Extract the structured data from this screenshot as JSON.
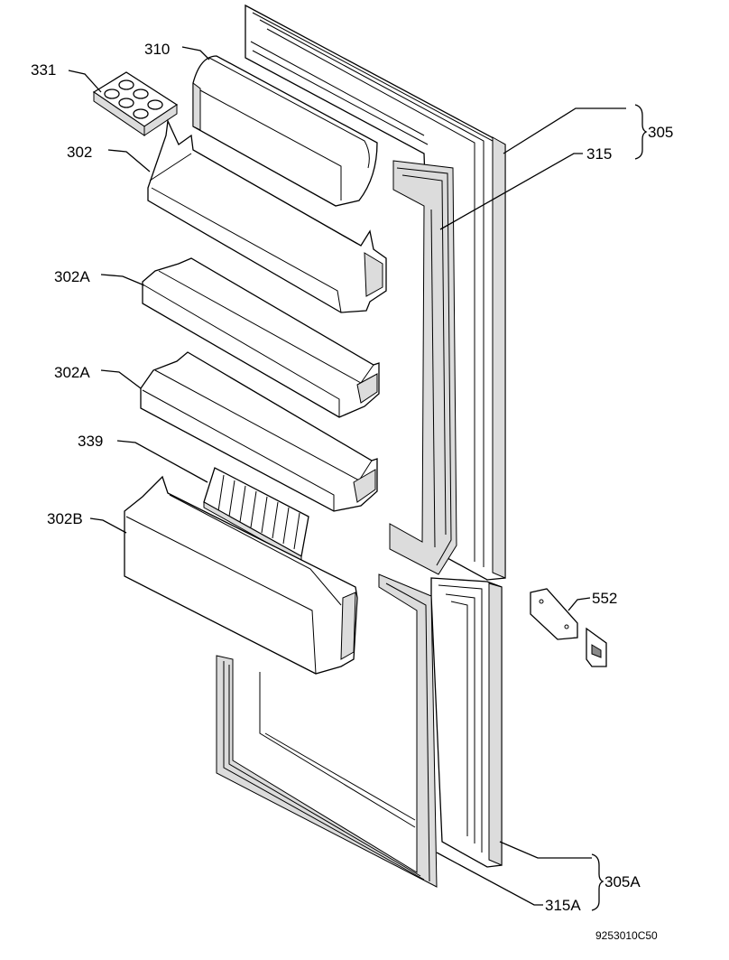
{
  "callouts": {
    "c331": "331",
    "c310": "310",
    "c302": "302",
    "c302a_1": "302A",
    "c302a_2": "302A",
    "c339": "339",
    "c302b": "302B",
    "c305": "305",
    "c315": "315",
    "c552": "552",
    "c305a": "305A",
    "c315a": "315A"
  },
  "drawing_code": "9253010C50"
}
